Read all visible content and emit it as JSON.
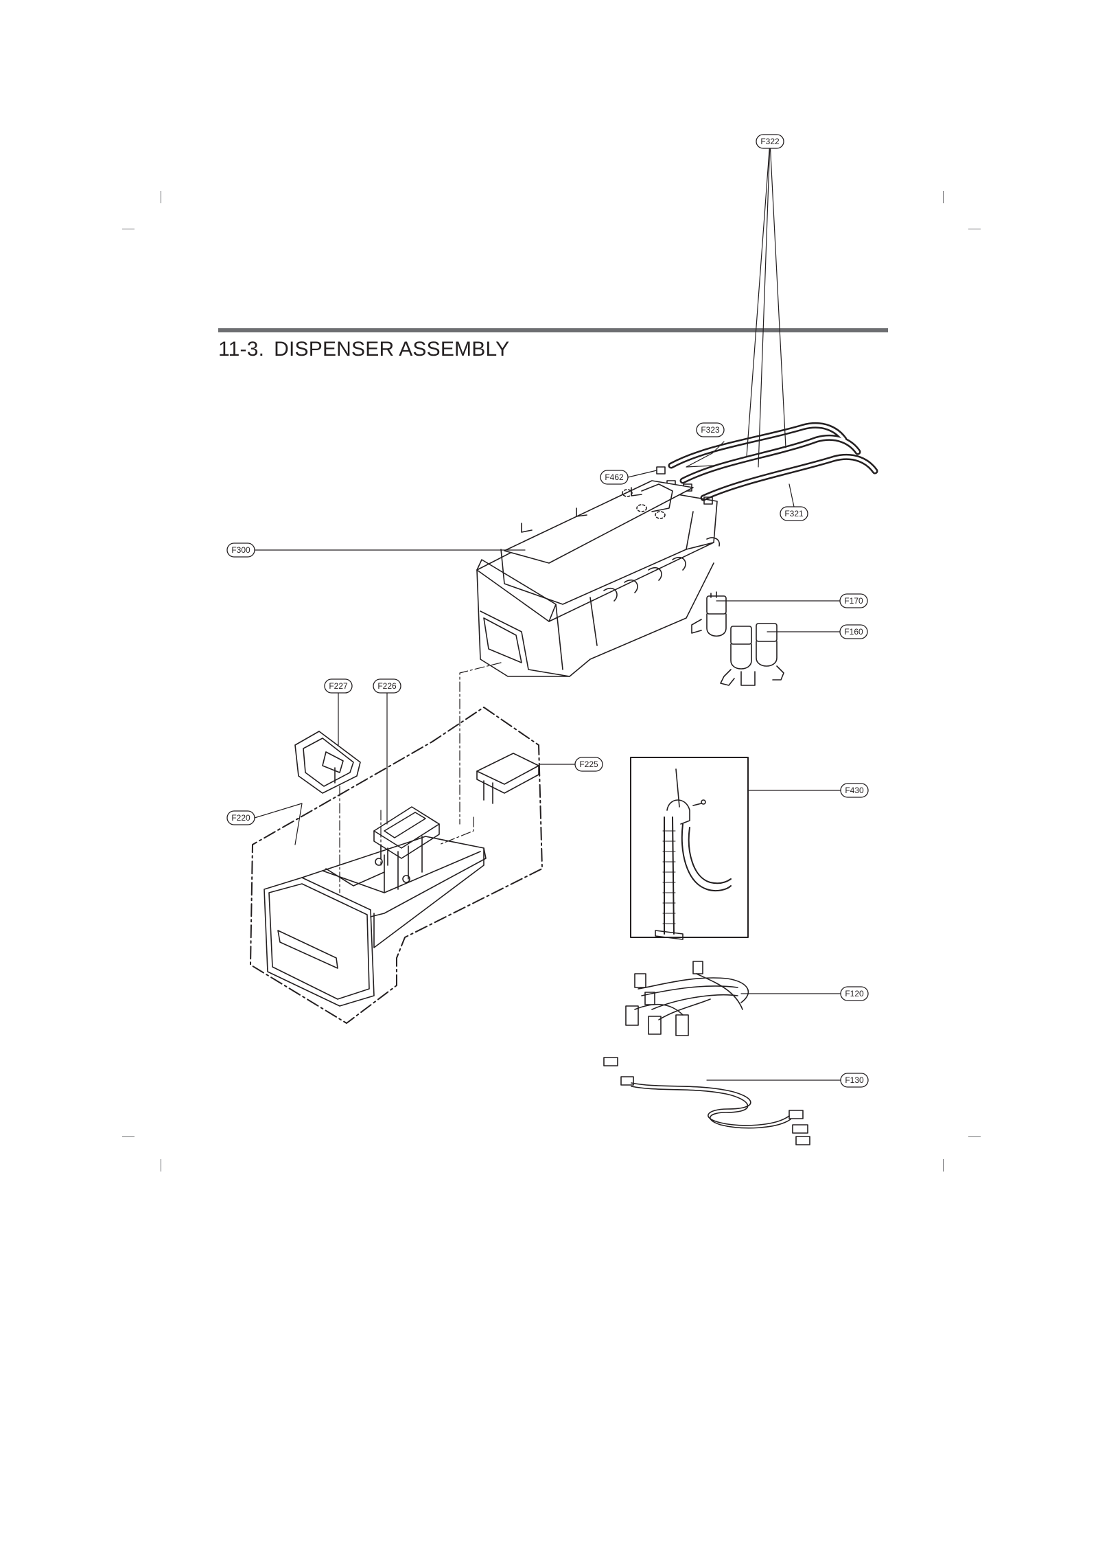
{
  "section": {
    "number": "11-3.",
    "title": "DISPENSER ASSEMBLY"
  },
  "callouts": [
    "F322",
    "F323",
    "F462",
    "F321",
    "F300",
    "F170",
    "F160",
    "F227",
    "F226",
    "F225",
    "F220",
    "F430",
    "F120",
    "F130"
  ],
  "colors": {
    "rule": "#6d6e71",
    "ink": "#231f20",
    "hose": "#2b2b2b"
  }
}
